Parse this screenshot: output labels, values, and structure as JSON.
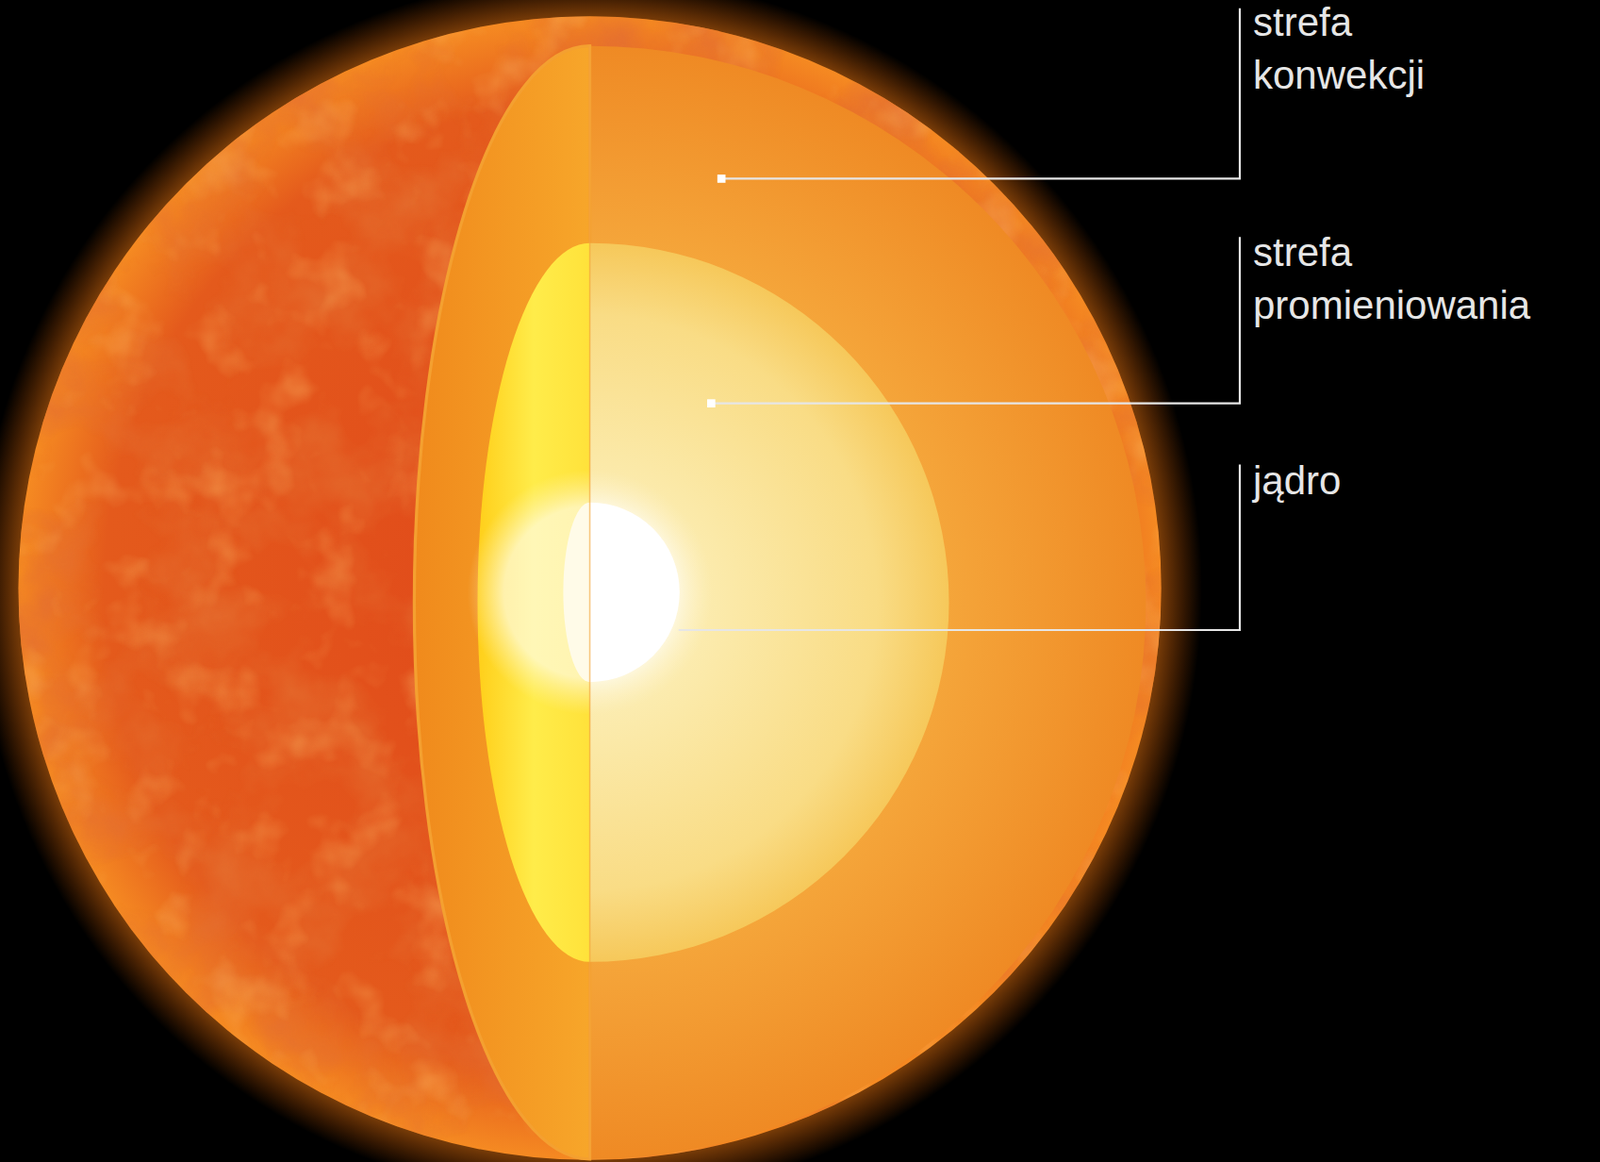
{
  "diagram": {
    "labels": [
      "strefa konwekcji",
      "strefa promieniowania",
      "jądro"
    ]
  }
}
